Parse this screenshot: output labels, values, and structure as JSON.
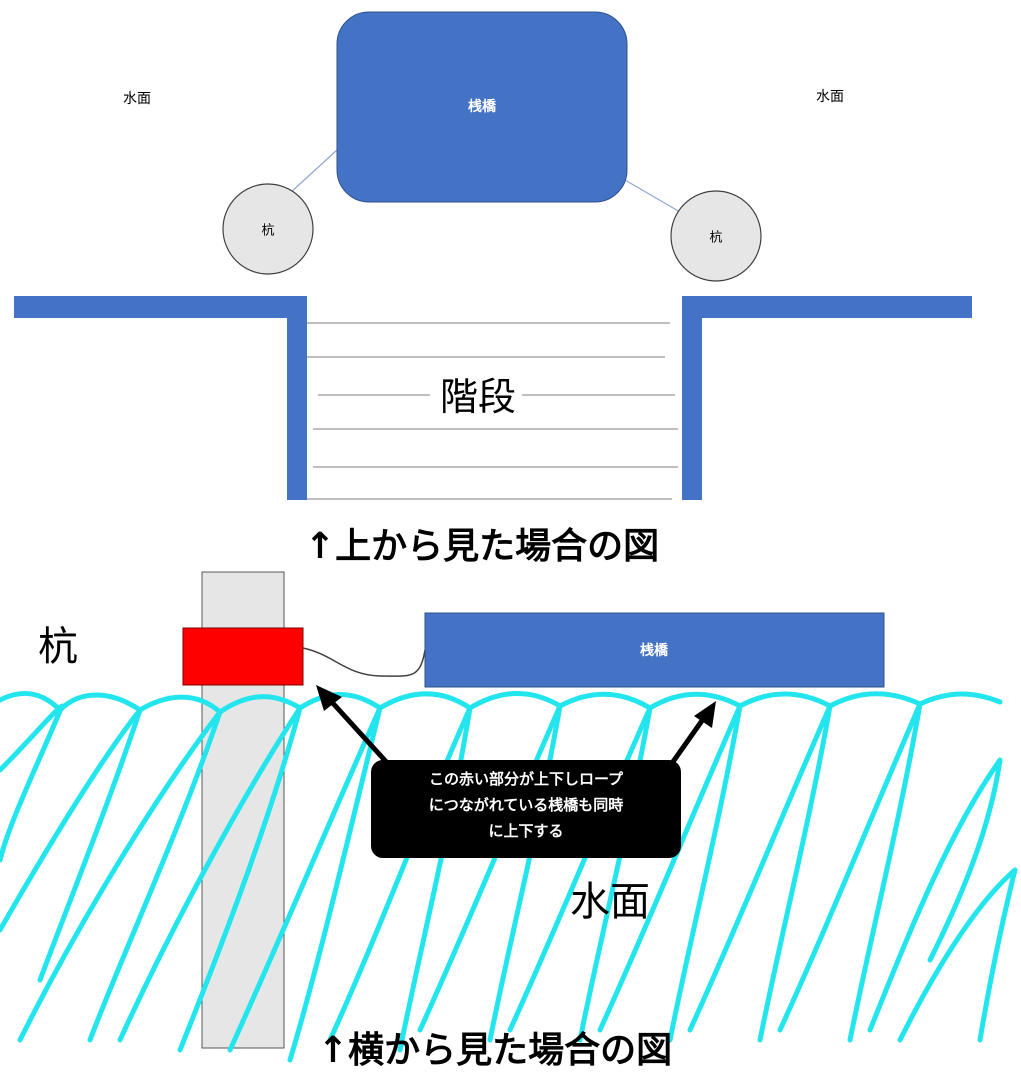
{
  "top_view": {
    "water_left": "水面",
    "water_right": "水面",
    "pier_label": "桟橋",
    "pile_left_label": "杭",
    "pile_right_label": "杭",
    "stairs_label": "階段",
    "caption": "↑上から見た場合の図"
  },
  "side_view": {
    "pile_label": "杭",
    "pier_label": "桟橋",
    "callout_lines": [
      "この赤い部分が上下しロープ",
      "につながれている桟橋も同時",
      "に上下する"
    ],
    "water_label": "水面",
    "caption": "↑横から見た場合の図"
  },
  "colors": {
    "pier_blue": "#4472c4",
    "pile_gray": "#e6e6e6",
    "float_red": "#ff0000",
    "water_cyan": "#22e5ee",
    "callout_bg": "#000000"
  }
}
